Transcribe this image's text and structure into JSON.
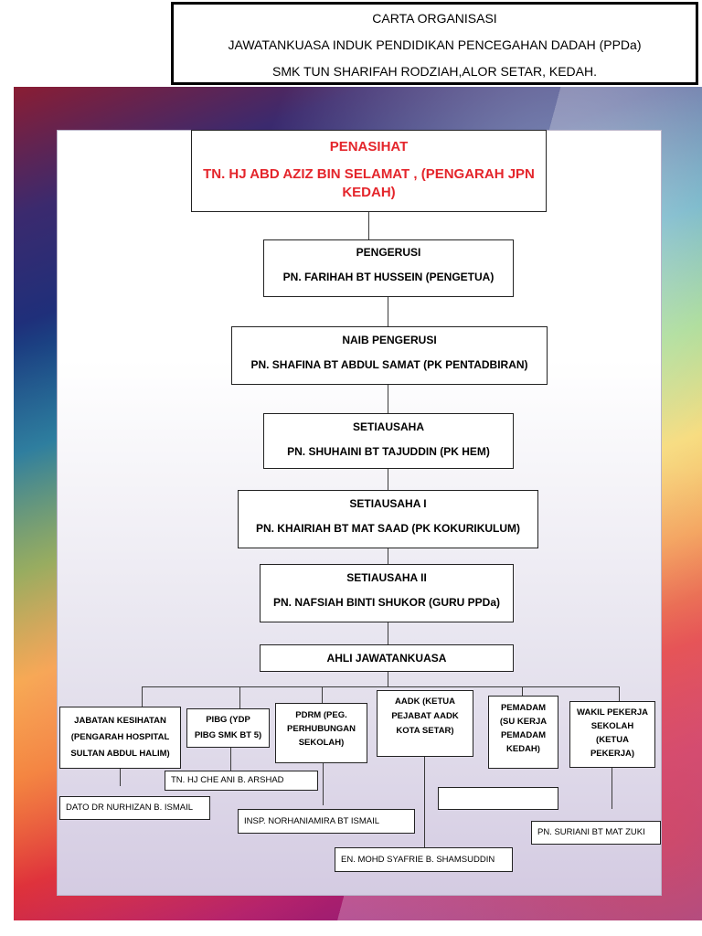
{
  "header": {
    "line1": "CARTA ORGANISASI",
    "line2": "JAWATANKUASA INDUK PENDIDIKAN PENCEGAHAN DADAH (PPDa)",
    "line3": "SMK TUN SHARIFAH RODZIAH,ALOR SETAR, KEDAH."
  },
  "penasihat": {
    "role": "PENASIHAT",
    "name": "TN. HJ ABD AZIZ BIN SELAMAT ,  (PENGARAH JPN KEDAH)"
  },
  "pengerusi": {
    "role": "PENGERUSI",
    "name": "PN. FARIHAH BT HUSSEIN (PENGETUA)"
  },
  "naib_pengerusi": {
    "role": "NAIB PENGERUSI",
    "name": "PN. SHAFINA BT ABDUL SAMAT (PK PENTADBIRAN)"
  },
  "setiausaha": {
    "role": "SETIAUSAHA",
    "name": "PN. SHUHAINI BT TAJUDDIN (PK HEM)"
  },
  "setiausaha_1": {
    "role": "SETIAUSAHA I",
    "name": "PN. KHAIRIAH BT MAT SAAD (PK KOKURIKULUM)"
  },
  "setiausaha_2": {
    "role": "SETIAUSAHA II",
    "name": "PN. NAFSIAH BINTI SHUKOR  (GURU PPDa)"
  },
  "ahli": {
    "label": "AHLI JAWATANKUASA"
  },
  "members": {
    "jabatan": {
      "l1": "JABATAN KESIHATAN",
      "l2": "(PENGARAH HOSPITAL",
      "l3": "SULTAN ABDUL HALIM)",
      "person": "DATO DR NURHIZAN B. ISMAIL"
    },
    "pibg": {
      "l1": "PIBG  (YDP",
      "l2": "PIBG SMK BT 5)",
      "person": "TN. HJ CHE ANI B. ARSHAD"
    },
    "pdrm": {
      "l1": "PDRM (PEG.",
      "l2": "PERHUBUNGAN",
      "l3": "SEKOLAH)",
      "person": "INSP. NORHANIAMIRA BT ISMAIL"
    },
    "aadk": {
      "l1": "AADK (KETUA",
      "l2": "PEJABAT AADK",
      "l3": "KOTA SETAR)",
      "person": "EN. MOHD SYAFRIE B. SHAMSUDDIN"
    },
    "pemadam": {
      "l1": "PEMADAM",
      "l2": "(SU KERJA",
      "l3": "PEMADAM",
      "l4": "KEDAH)",
      "person": ""
    },
    "wakil": {
      "l1": "WAKIL PEKERJA",
      "l2": "SEKOLAH",
      "l3": "(KETUA",
      "l4": "PEKERJA)",
      "person": "PN. SURIANI BT MAT ZUKI"
    }
  }
}
